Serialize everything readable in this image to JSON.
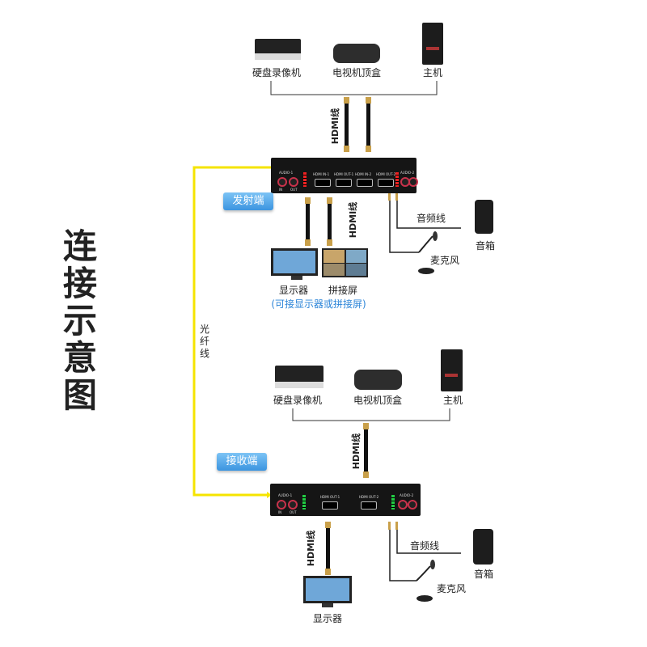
{
  "title": "连接示意图",
  "fiber_label": "光纤线",
  "transmitter": {
    "badge": "发射端",
    "sources": [
      {
        "label": "硬盘录像机",
        "icon": "dvr-icon"
      },
      {
        "label": "电视机顶盒",
        "icon": "set-top-box-icon"
      },
      {
        "label": "主机",
        "icon": "pc-tower-icon"
      }
    ],
    "hdmi_in_label": "HDMI线",
    "hdmi_out_label": "HDMI线",
    "panel": {
      "audio1": "AUDIO-1",
      "audio2": "AUDIO-2",
      "in": "IN",
      "out": "OUT",
      "hdmi_in1": "HDMI IN-1",
      "hdmi_out1": "HDMI OUT-1",
      "hdmi_in2": "HDMI IN-2",
      "hdmi_out2": "HDMI OUT-2"
    },
    "displays": [
      {
        "label": "显示器",
        "icon": "monitor-icon"
      },
      {
        "label": "拼接屏",
        "icon": "video-wall-icon"
      }
    ],
    "display_note": "(可接显示器或拼接屏)",
    "audio_cable": "音频线",
    "speaker": "音箱",
    "mic": "麦克风"
  },
  "receiver": {
    "badge": "接收端",
    "sources": [
      {
        "label": "硬盘录像机",
        "icon": "dvr-icon"
      },
      {
        "label": "电视机顶盒",
        "icon": "set-top-box-icon"
      },
      {
        "label": "主机",
        "icon": "pc-tower-icon"
      }
    ],
    "hdmi_in_label": "HDMI线",
    "hdmi_out_label": "HDMI线",
    "panel": {
      "audio1": "AUDIO-1",
      "audio2": "AUDIO-2",
      "in": "IN",
      "out": "OUT",
      "hdmi_out1": "HDMI OUT-1",
      "hdmi_out2": "HDMI OUT-2"
    },
    "display": "显示器",
    "audio_cable": "音频线",
    "speaker": "音箱",
    "mic": "麦克风"
  },
  "colors": {
    "fiber": "#f5e400",
    "badge": "#3c95e0",
    "note": "#2b84d8"
  }
}
